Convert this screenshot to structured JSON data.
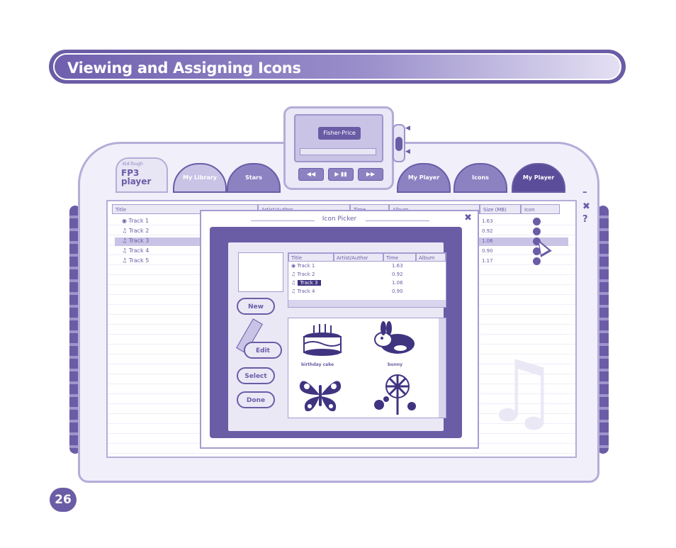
{
  "banner": {
    "title": "Viewing and Assigning Icons"
  },
  "page_number": "26",
  "player": {
    "lcd_logo": "Fisher-Price",
    "buttons": [
      "◀◀",
      "▶ ▮▮",
      "▶▶"
    ],
    "logo_small": "Kid-Tough",
    "logo_main": "FP3 player",
    "tabs": [
      "My Library",
      "Stars",
      "My Player",
      "Icons",
      "My Player"
    ]
  },
  "window_controls": {
    "minimize": "–",
    "close": "✖",
    "help": "?"
  },
  "main_list": {
    "columns": [
      "Title",
      "Artist/Author",
      "Time",
      "Album",
      "Size (MB)",
      "Icon"
    ],
    "tracks": [
      "Track 1",
      "Track 2",
      "Track 3",
      "Track 4",
      "Track 5"
    ],
    "sizes": [
      "1.63",
      "0.92",
      "1.06",
      "0.90",
      "1.17"
    ],
    "selected_index": 2
  },
  "dialog": {
    "title": "Icon Picker",
    "close": "✖",
    "buttons": {
      "new": "New",
      "edit": "Edit",
      "select": "Select",
      "done": "Done"
    },
    "tracklist": {
      "columns": [
        "Title",
        "Artist/Author",
        "Time",
        "Album"
      ],
      "tracks": [
        "Track 1",
        "Track 2",
        "Track 3",
        "Track 4"
      ],
      "times": [
        "1.63",
        "0.92",
        "1.06",
        "0.90"
      ],
      "selected_index": 2
    },
    "icons": [
      "birthday cake",
      "bunny",
      "",
      ""
    ]
  }
}
